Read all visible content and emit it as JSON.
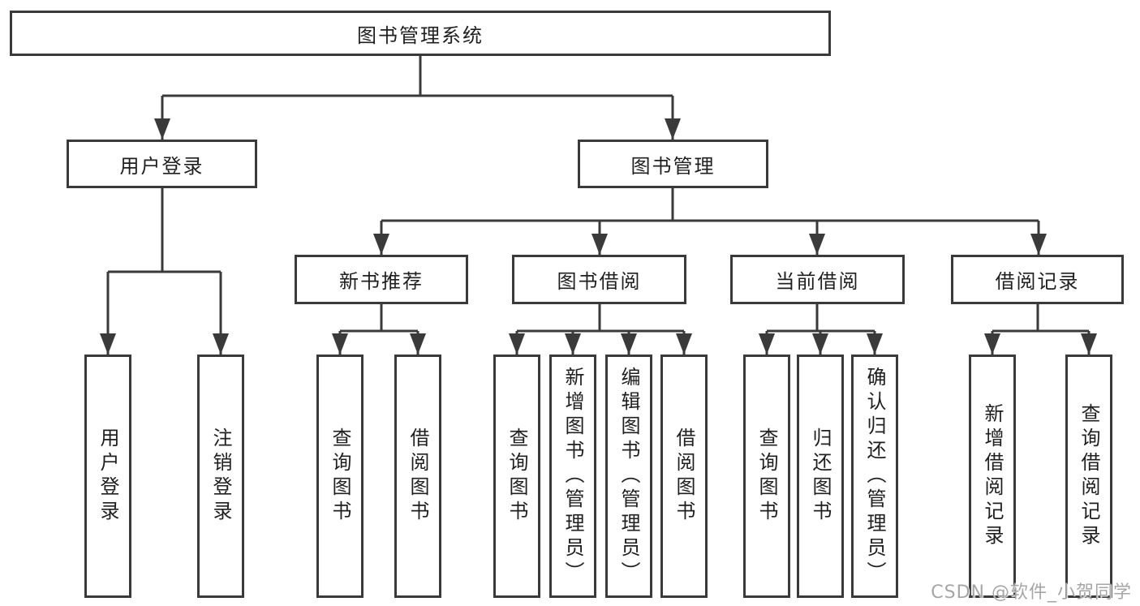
{
  "diagram_title": "图书管理系统",
  "line_color": "#3a3a3a",
  "text_color": "#1f1f1f",
  "tree": {
    "root": "图书管理系统",
    "branches": [
      {
        "label": "用户登录",
        "children": [
          "用户登录",
          "注销登录"
        ]
      },
      {
        "label": "图书管理",
        "groups": [
          {
            "label": "新书推荐",
            "children": [
              "查询图书",
              "借阅图书"
            ]
          },
          {
            "label": "图书借阅",
            "children": [
              "查询图书",
              "新增图书（管理员）",
              "编辑图书（管理员）",
              "借阅图书"
            ]
          },
          {
            "label": "当前借阅",
            "children": [
              "查询图书",
              "归还图书",
              "确认归还（管理员）"
            ]
          },
          {
            "label": "借阅记录",
            "children": [
              "新增借阅记录",
              "查询借阅记录"
            ]
          }
        ]
      }
    ]
  },
  "watermark": {
    "text": "CSDN @软件_小贺同学"
  }
}
